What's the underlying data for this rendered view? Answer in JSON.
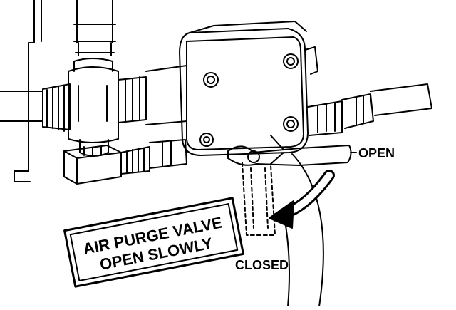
{
  "labels": {
    "open": "OPEN",
    "closed": "CLOSED"
  },
  "warning_plate": {
    "line1": "AIR PURGE VALVE",
    "line2": "OPEN SLOWLY"
  },
  "colors": {
    "ink": "#000000",
    "paper": "#ffffff"
  }
}
